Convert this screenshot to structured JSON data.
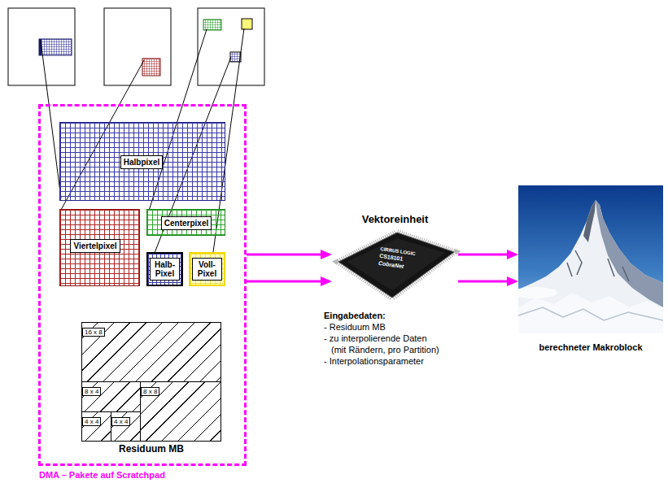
{
  "diagram": {
    "nodes": [
      {
        "text": [
          "DMA – Pakete auf Scratchpad"
        ]
      },
      {
        "text": [
          "Halbpixel"
        ],
        "in": 0
      },
      {
        "text": [
          "Viertelpixel"
        ],
        "in": 0
      },
      {
        "text": [
          "Centerpixel"
        ],
        "in": 0
      },
      {
        "text": [
          "Halb- Pixel"
        ],
        "in": 0
      },
      {
        "text": [
          "Voll- Pixel"
        ],
        "in": 0
      },
      {
        "text": [
          "Residuum MB"
        ],
        "in": 0
      },
      {
        "text": [
          "16 x 8"
        ],
        "in": 6
      },
      {
        "text": [
          "8 x 4"
        ],
        "in": 6
      },
      {
        "text": [
          "8 x 8"
        ],
        "in": 6
      },
      {
        "text": [
          "4 x 4"
        ],
        "in": 6
      },
      {
        "text": [
          "4 x 4"
        ],
        "in": 6
      },
      {
        "text": [
          "Vektoreinheit"
        ]
      },
      {
        "text": [
          "berechneter Makroblock"
        ]
      }
    ],
    "edges": [
      {
        "from": 0,
        "to": 12,
        "arrow": "to"
      },
      {
        "from": 0,
        "to": 12,
        "arrow": "to"
      },
      {
        "from": 12,
        "to": 13,
        "arrow": "to"
      },
      {
        "from": 12,
        "to": 13,
        "arrow": "to"
      }
    ],
    "labels": [
      "CIRRUS LOGIC",
      "CS18101",
      "CobraNet",
      "Eingabedaten:",
      "- Residuum MB",
      "- zu interpolierende Daten (mit Rändern, pro Partition)",
      "- Interpolationsparameter"
    ]
  }
}
